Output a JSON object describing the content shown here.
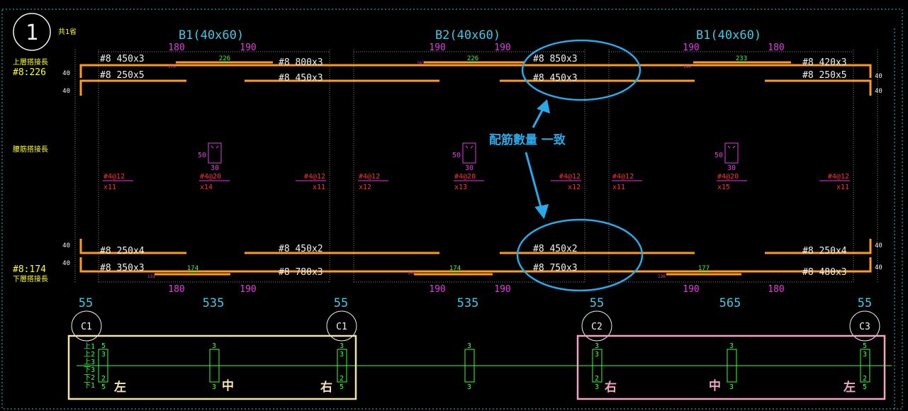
{
  "drawing": {
    "frame_number": "1",
    "count_note": "共1省",
    "top_lap_label": "上層搭接長",
    "top_lap_value": "#8:226",
    "web_lap_label": "腰筋搭接長",
    "bottom_lap_value": "#8:174",
    "bottom_lap_label": "下層搭接長"
  },
  "beams": [
    {
      "title": "B1(40x60)",
      "dim_top_left": "180",
      "dim_top_right": "190",
      "dim_bot_left": "180",
      "dim_bot_right": "190"
    },
    {
      "title": "B2(40x60)",
      "dim_top_left": "190",
      "dim_top_right": "190",
      "dim_bot_left": "190",
      "dim_bot_right": "190"
    },
    {
      "title": "B1(40x60)",
      "dim_top_left": "190",
      "dim_top_right": "180",
      "dim_bot_left": "190",
      "dim_bot_right": "180"
    }
  ],
  "rebar_labels": {
    "top_cont": [
      "#8 450x3",
      "#8 800x3",
      "#8 850x3",
      "#8 420x3"
    ],
    "top_second": [
      "#8 250x5",
      "#8 450x3",
      "#8 450x3",
      "#8 250x5"
    ],
    "bot_second": [
      "#8 250x4",
      "#8 450x2",
      "#8 450x2",
      "#8 250x4"
    ],
    "bot_cont": [
      "#8 350x3",
      "#8 780x3",
      "#8 750x3",
      "#8 480x3"
    ],
    "top_laps": [
      "226",
      "226",
      "233"
    ],
    "bot_laps": [
      "174",
      "174",
      "177"
    ],
    "tiny_top": [
      "176",
      "163",
      "190"
    ],
    "tiny_bot": [
      "131",
      "142",
      "136"
    ],
    "cover": [
      "40",
      "40",
      "40",
      "40"
    ]
  },
  "stirrups": [
    {
      "top": "#4@12",
      "bot": "x11"
    },
    {
      "top": "#4@20",
      "bot": "x14"
    },
    {
      "top": "#4@12",
      "bot": "x11"
    },
    {
      "top": "#4@12",
      "bot": "x12"
    },
    {
      "top": "#4@20",
      "bot": "x13"
    },
    {
      "top": "#4@12",
      "bot": "x12"
    },
    {
      "top": "#4@12",
      "bot": "x11"
    },
    {
      "top": "#4@20",
      "bot": "x15"
    },
    {
      "top": "#4@12",
      "bot": "x11"
    }
  ],
  "sections": [
    {
      "h": "50",
      "w": "30"
    },
    {
      "h": "50",
      "w": "30"
    },
    {
      "h": "50",
      "w": "30"
    }
  ],
  "annotation": "配筋數量 一致",
  "spans": [
    "55",
    "535",
    "55",
    "535",
    "55",
    "565",
    "55"
  ],
  "columns": [
    "C1",
    "C1",
    "C2",
    "C3"
  ],
  "schedule": {
    "left_side_labels": [
      "上1",
      "上2",
      "上3",
      "下3",
      "下2",
      "下1"
    ],
    "bars": [
      {
        "top": "5",
        "bot": "5",
        "t2": "3",
        "b2": "2"
      },
      {
        "top": "3",
        "bot": "3",
        "t2": "",
        "b2": ""
      },
      {
        "top": "3",
        "bot": "5",
        "t2": "3",
        "b2": "2"
      },
      {
        "top": "3",
        "bot": "3",
        "t2": "",
        "b2": ""
      },
      {
        "top": "3",
        "bot": "3",
        "t2": "3",
        "b2": "2"
      },
      {
        "top": "3",
        "bot": "3",
        "t2": "",
        "b2": ""
      },
      {
        "top": "5",
        "bot": "5",
        "t2": "3",
        "b2": "2"
      }
    ],
    "group_left": {
      "left": "左",
      "mid": "中",
      "right": "右",
      "color": "#f3e3b0"
    },
    "group_right": {
      "left": "右",
      "mid": "中",
      "right": "左",
      "color": "#f4a3c6"
    }
  },
  "colors": {
    "rebar": "#ff9a1a",
    "cyan_text": "#41c8e6",
    "magenta": "#e23be2",
    "stirrup_red": "#ff3030",
    "green": "#39ff39",
    "annotation": "#2aa9e8",
    "grid": "#8a8a8a"
  }
}
